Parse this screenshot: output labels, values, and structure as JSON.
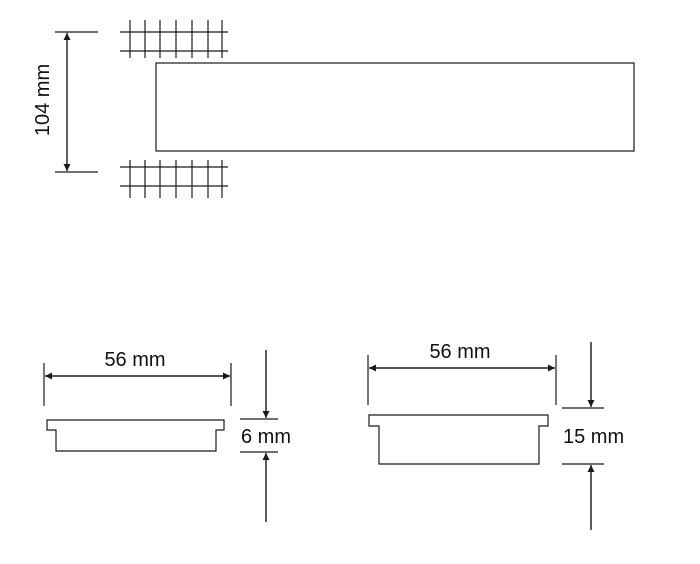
{
  "colors": {
    "line": "#1a1a1a",
    "background": "#ffffff"
  },
  "top_view": {
    "height_label": "104 mm"
  },
  "profile_thin": {
    "width_label": "56 mm",
    "height_label": "6 mm"
  },
  "profile_thick": {
    "width_label": "56 mm",
    "height_label": "15 mm"
  }
}
